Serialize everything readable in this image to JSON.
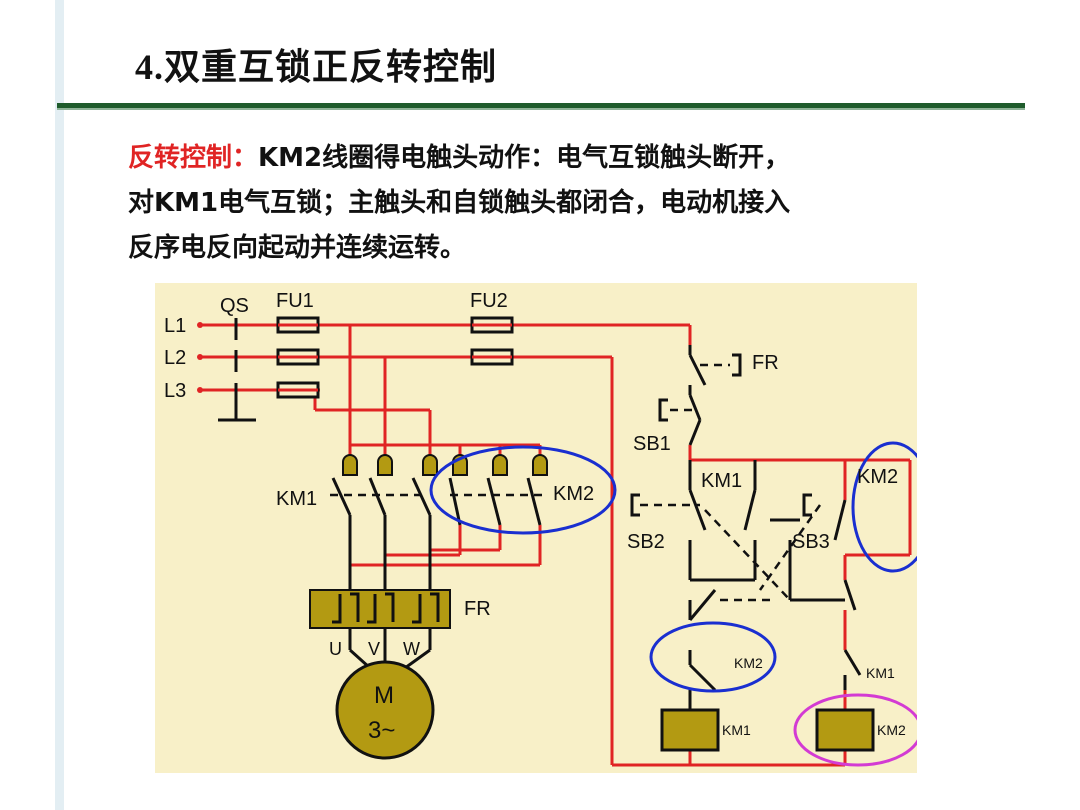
{
  "title": "4.双重互锁正反转控制",
  "description": {
    "label": "反转控制：",
    "line1": "KM2线圈得电触头动作：电气互锁触头断开，",
    "line2": "对KM1电气互锁；主触头和自锁触头都闭合，电动机接入",
    "line3": "反序电反向起动并连续运转。"
  },
  "diagram": {
    "labels": {
      "qs": "QS",
      "fu1": "FU1",
      "fu2": "FU2",
      "l1": "L1",
      "l2": "L2",
      "l3": "L3",
      "km1_main": "KM1",
      "km2_main": "KM2",
      "fr_heater": "FR",
      "u": "U",
      "v": "V",
      "w": "W",
      "motor_m": "M",
      "motor_3": "3~",
      "fr_contact": "FR",
      "sb1": "SB1",
      "sb2": "SB2",
      "sb3": "SB3",
      "km1_selflock": "KM1",
      "km2_selflock": "KM2",
      "km2_interlock": "KM2",
      "km1_interlock": "KM1",
      "km1_coil": "KM1",
      "km2_coil": "KM2"
    },
    "colors": {
      "background": "#f8f0c8",
      "wire_red": "#e02424",
      "wire_black": "#111111",
      "component_olive": "#b39a12",
      "highlight_blue": "#1a2fd0",
      "highlight_magenta": "#d33bd3"
    }
  }
}
